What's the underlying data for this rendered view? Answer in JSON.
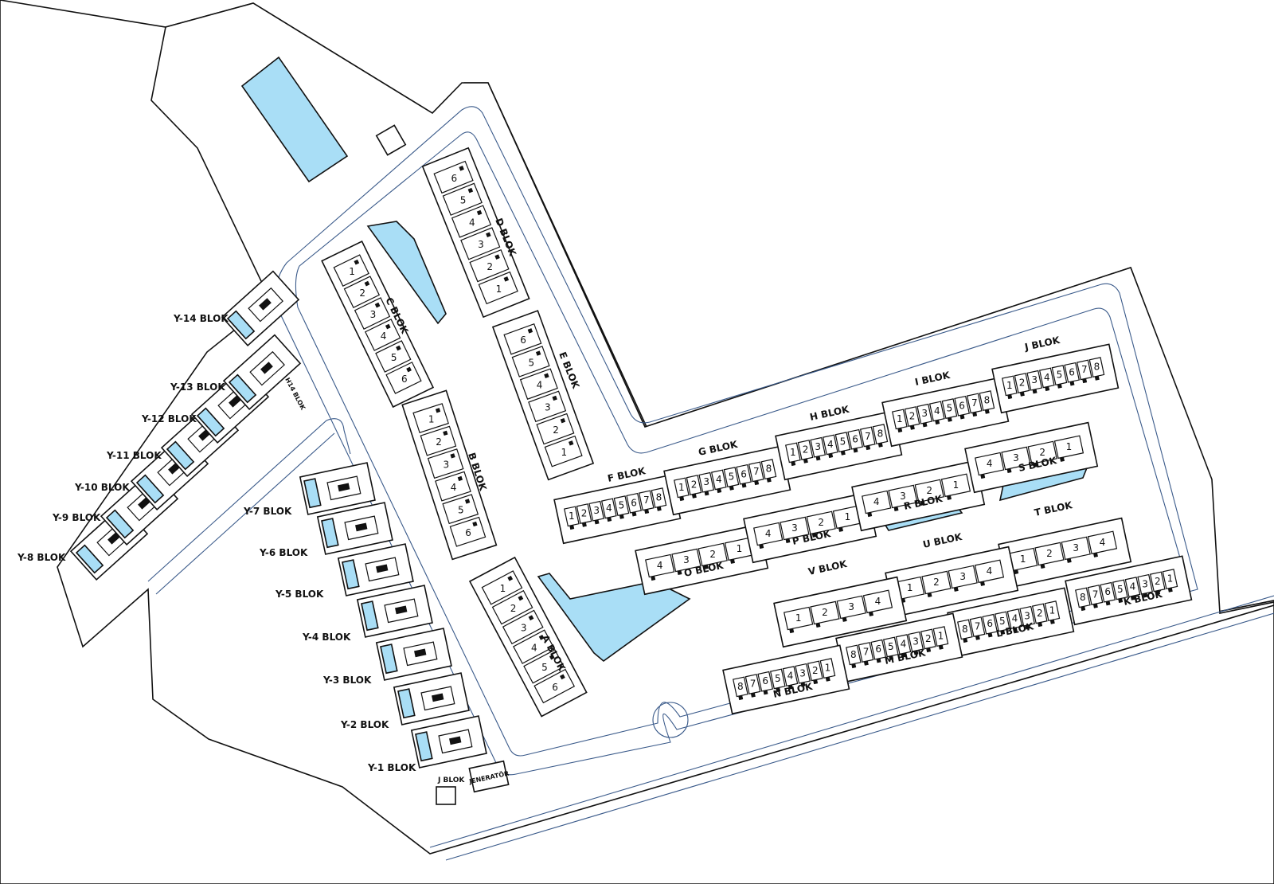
{
  "site_plan": {
    "blocks": {
      "a": "A BLOK",
      "b": "B BLOK",
      "c": "C BLOK",
      "d": "D BLOK",
      "e": "E BLOK",
      "f": "F BLOK",
      "g": "G BLOK",
      "h": "H BLOK",
      "i": "I BLOK",
      "j": "J BLOK",
      "k": "K BLOK",
      "l": "L BLOK",
      "m": "M BLOK",
      "n": "N BLOK",
      "o": "O BLOK",
      "p": "P BLOK",
      "r": "R BLOK",
      "s": "S BLOK",
      "t": "T BLOK",
      "u": "U BLOK",
      "v": "V BLOK",
      "h14": "H14 BLOK",
      "jblok": "J BLOK",
      "generator": "JENERATÖR"
    },
    "villas": [
      "Y-1 BLOK",
      "Y-2 BLOK",
      "Y-3 BLOK",
      "Y-4 BLOK",
      "Y-5 BLOK",
      "Y-6 BLOK",
      "Y-7 BLOK",
      "Y-8 BLOK",
      "Y-9 BLOK",
      "Y-10 BLOK",
      "Y-11 BLOK",
      "Y-12 BLOK",
      "Y-13 BLOK",
      "Y-14 BLOK"
    ],
    "units": {
      "a": [
        "1",
        "2",
        "3",
        "4",
        "5",
        "6"
      ],
      "b": [
        "1",
        "2",
        "3",
        "4",
        "5",
        "6"
      ],
      "c": [
        "1",
        "2",
        "3",
        "4",
        "5",
        "6"
      ],
      "d": [
        "6",
        "5",
        "4",
        "3",
        "2",
        "1"
      ],
      "e": [
        "6",
        "5",
        "4",
        "3",
        "2",
        "1"
      ],
      "f": [
        "1",
        "2",
        "3",
        "4",
        "5",
        "6",
        "7",
        "8"
      ],
      "g": [
        "1",
        "2",
        "3",
        "4",
        "5",
        "6",
        "7",
        "8"
      ],
      "h": [
        "1",
        "2",
        "3",
        "4",
        "5",
        "6",
        "7",
        "8"
      ],
      "i": [
        "1",
        "2",
        "3",
        "4",
        "5",
        "6",
        "7",
        "8"
      ],
      "j": [
        "1",
        "2",
        "3",
        "4",
        "5",
        "6",
        "7",
        "8"
      ],
      "k": [
        "8",
        "7",
        "6",
        "5",
        "4",
        "3",
        "2",
        "1"
      ],
      "l": [
        "8",
        "7",
        "6",
        "5",
        "4",
        "3",
        "2",
        "1"
      ],
      "m": [
        "8",
        "7",
        "6",
        "5",
        "4",
        "3",
        "2",
        "1"
      ],
      "n": [
        "8",
        "7",
        "6",
        "5",
        "4",
        "3",
        "2",
        "1"
      ],
      "o": [
        "4",
        "3",
        "2",
        "1"
      ],
      "p": [
        "4",
        "3",
        "2",
        "1"
      ],
      "r": [
        "4",
        "3",
        "2",
        "1"
      ],
      "s": [
        "4",
        "3",
        "2",
        "1"
      ],
      "t": [
        "1",
        "2",
        "3",
        "4"
      ],
      "u": [
        "1",
        "2",
        "3",
        "4"
      ],
      "v": [
        "1",
        "2",
        "3",
        "4"
      ]
    },
    "colors": {
      "pool": "#a9def6",
      "road": "#3a5a8a",
      "line": "#111111"
    }
  }
}
